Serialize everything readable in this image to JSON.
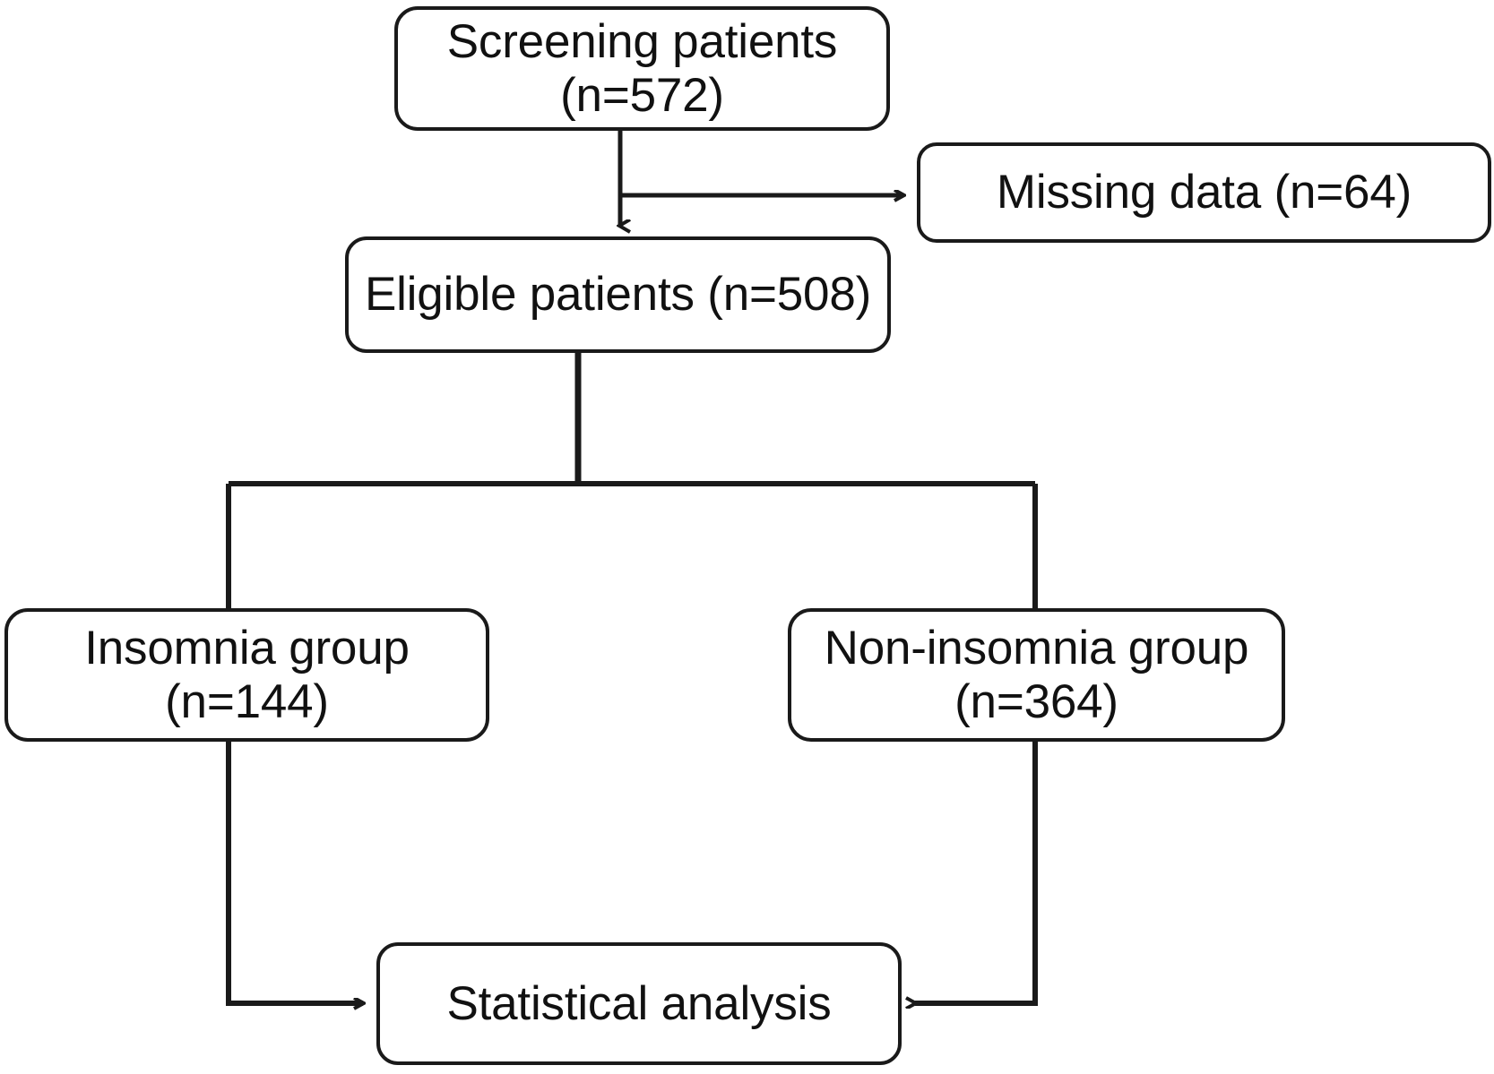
{
  "diagram": {
    "title": "Patient selection flow diagram",
    "type": "flowchart",
    "stroke_color": "#1a1a1a",
    "background_color": "#ffffff",
    "nodes": [
      {
        "id": "screening",
        "label": "Screening patients\n(n=572)",
        "count": 572,
        "shape": "rounded-rectangle"
      },
      {
        "id": "missing",
        "label": "Missing data (n=64)",
        "count": 64,
        "shape": "rounded-rectangle"
      },
      {
        "id": "eligible",
        "label": "Eligible patients  (n=508)",
        "count": 508,
        "shape": "rounded-rectangle"
      },
      {
        "id": "insomnia",
        "label": "Insomnia group\n(n=144)",
        "count": 144,
        "shape": "rounded-rectangle"
      },
      {
        "id": "noninsomnia",
        "label": "Non-insomnia group\n(n=364)",
        "count": 364,
        "shape": "rounded-rectangle"
      },
      {
        "id": "statistical",
        "label": "Statistical analysis",
        "shape": "rounded-rectangle"
      }
    ],
    "edges": [
      {
        "from": "screening",
        "to": "eligible",
        "arrow": true
      },
      {
        "from": "screening",
        "to": "missing",
        "arrow": true
      },
      {
        "from": "eligible",
        "to": "insomnia",
        "arrow": false
      },
      {
        "from": "eligible",
        "to": "noninsomnia",
        "arrow": false
      },
      {
        "from": "insomnia",
        "to": "statistical",
        "arrow": true
      },
      {
        "from": "noninsomnia",
        "to": "statistical",
        "arrow": true
      }
    ]
  }
}
